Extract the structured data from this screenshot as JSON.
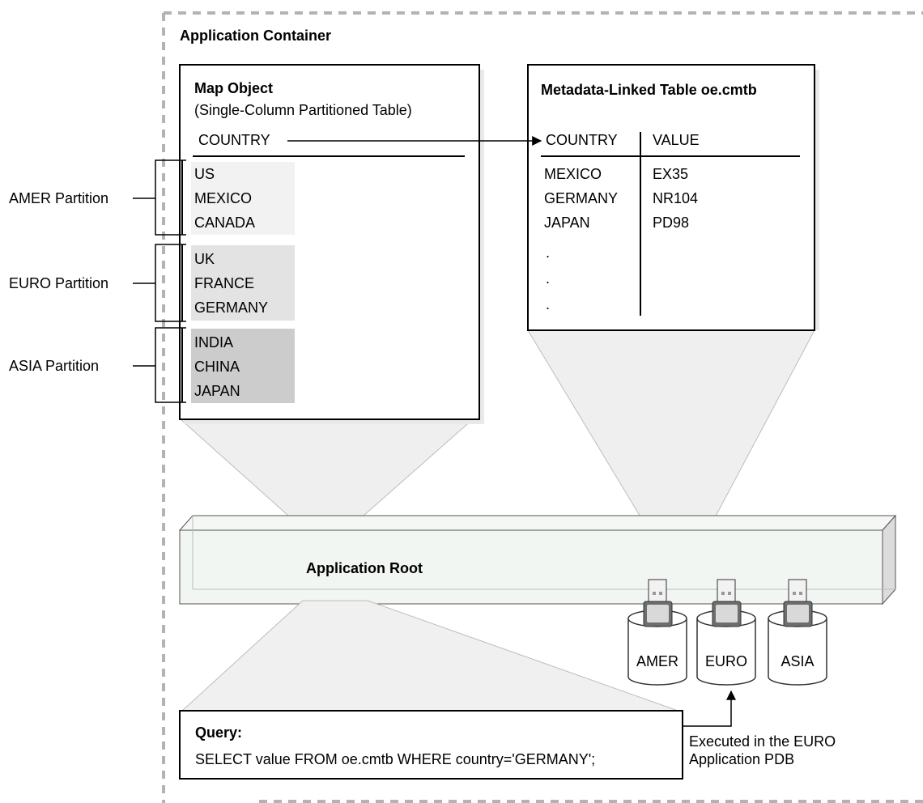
{
  "container": {
    "title": "Application Container"
  },
  "map_object": {
    "title": "Map Object",
    "subtitle": "(Single-Column Partitioned Table)",
    "column": "COUNTRY",
    "partitions": [
      {
        "label": "AMER Partition",
        "values": [
          "US",
          "MEXICO",
          "CANADA"
        ],
        "fill": "#f2f2f2"
      },
      {
        "label": "EURO Partition",
        "values": [
          "UK",
          "FRANCE",
          "GERMANY"
        ],
        "fill": "#e3e3e3"
      },
      {
        "label": "ASIA Partition",
        "values": [
          "INDIA",
          "CHINA",
          "JAPAN"
        ],
        "fill": "#cccccc"
      }
    ]
  },
  "metadata_table": {
    "title": "Metadata-Linked Table oe.cmtb",
    "headers": [
      "COUNTRY",
      "VALUE"
    ],
    "rows": [
      [
        "MEXICO",
        "EX35"
      ],
      [
        "GERMANY",
        "NR104"
      ],
      [
        "JAPAN",
        "PD98"
      ],
      [
        ".",
        ""
      ],
      [
        ".",
        ""
      ],
      [
        ".",
        ""
      ]
    ]
  },
  "app_root": {
    "label": "Application Root"
  },
  "pdbs": [
    "AMER",
    "EURO",
    "ASIA"
  ],
  "query": {
    "title": "Query:",
    "sql": "SELECT value FROM oe.cmtb WHERE country='GERMANY';"
  },
  "executed_note": {
    "line1": "Executed in the EURO",
    "line2": "Application PDB"
  }
}
